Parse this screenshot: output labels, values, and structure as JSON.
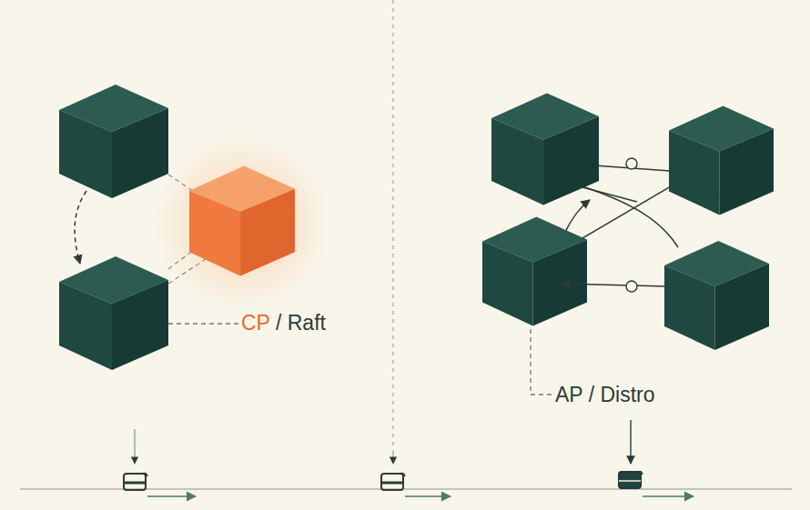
{
  "diagram": {
    "labels": [
      "CP",
      "/ Raft",
      "AP / Distro"
    ]
  }
}
